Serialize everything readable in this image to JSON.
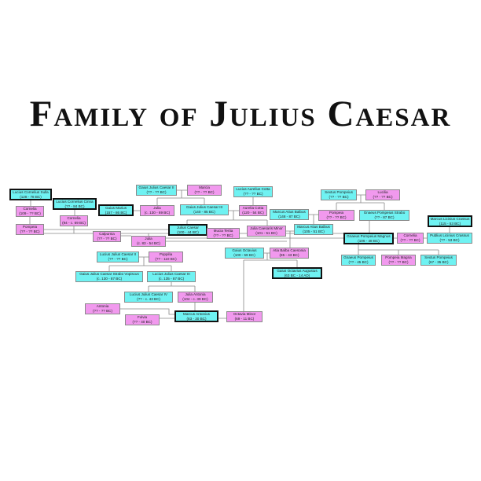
{
  "title": "Family of Julius Caesar",
  "colors": {
    "male": "#6ff2f2",
    "female": "#f199ee",
    "line": "#888888",
    "highlight_border": "#111111"
  },
  "people": [
    {
      "name": "Lucius Cornelius Sulla",
      "dates": "(128 - 78 BC)",
      "sex": "m",
      "highlight": true
    },
    {
      "name": "Cornelia",
      "dates": "(109 - ?? BC)",
      "sex": "f",
      "highlight": false
    },
    {
      "name": "Pompeia",
      "dates": "(?? - ?? BC)",
      "sex": "f",
      "highlight": false
    },
    {
      "name": "Lucius Cornelius Cinna",
      "dates": "(?? - 84 BC)",
      "sex": "m",
      "highlight": true
    },
    {
      "name": "Cornelia",
      "dates": "(94 - c. 69 BC)",
      "sex": "f",
      "highlight": false
    },
    {
      "name": "Gaius Marius",
      "dates": "(157 - 86 BC)",
      "sex": "m",
      "highlight": true
    },
    {
      "name": "Gaius Julius Caesar II",
      "dates": "(?? - ?? BC)",
      "sex": "m",
      "highlight": false
    },
    {
      "name": "Marcia",
      "dates": "(?? - ?? BC)",
      "sex": "f",
      "highlight": false
    },
    {
      "name": "Julia",
      "dates": "(c. 130 - 69 BC)",
      "sex": "f",
      "highlight": false
    },
    {
      "name": "Gaius Julius Caesar III",
      "dates": "(140 - 85 BC)",
      "sex": "m",
      "highlight": false
    },
    {
      "name": "Lucius Aurelius Cotta",
      "dates": "(?? - ?? BC)",
      "sex": "m",
      "highlight": false
    },
    {
      "name": "Aurelia Cotta",
      "dates": "(120 - 54 BC)",
      "sex": "f",
      "highlight": false
    },
    {
      "name": "Calpurnia",
      "dates": "(?? - ?? BC)",
      "sex": "f",
      "highlight": false
    },
    {
      "name": "Julia",
      "dates": "(c. 83 - 54 BC)",
      "sex": "f",
      "highlight": false
    },
    {
      "name": "Julius Caesar",
      "dates": "(100 - 44 BC)",
      "sex": "m",
      "highlight": true
    },
    {
      "name": "Mucia Tertia",
      "dates": "(?? - ?? BC)",
      "sex": "f",
      "highlight": false
    },
    {
      "name": "Julia Caesaris Minor",
      "dates": "(101 - 51 BC)",
      "sex": "f",
      "highlight": false
    },
    {
      "name": "Marcus Atius Balbus",
      "dates": "(148 - 87 BC)",
      "sex": "m",
      "highlight": false
    },
    {
      "name": "Marcus Atius Balbus",
      "dates": "(105 - 51 BC)",
      "sex": "m",
      "highlight": false
    },
    {
      "name": "Sextus Pompeius",
      "dates": "(?? - ?? BC)",
      "sex": "m",
      "highlight": false
    },
    {
      "name": "Lucilia",
      "dates": "(?? - ?? BC)",
      "sex": "f",
      "highlight": false
    },
    {
      "name": "Pompeia",
      "dates": "(?? - ?? BC)",
      "sex": "f",
      "highlight": false
    },
    {
      "name": "Gnaeus Pompeius Strabo",
      "dates": "(?? - 87 BC)",
      "sex": "m",
      "highlight": false
    },
    {
      "name": "Marcus Licinius Crassus",
      "dates": "(115 - 53 BC)",
      "sex": "m",
      "highlight": true
    },
    {
      "name": "Gnaeus Pompeius Magnus",
      "dates": "(106 - 48 BC)",
      "sex": "m",
      "highlight": true
    },
    {
      "name": "Cornelia",
      "dates": "(?? - ?? BC)",
      "sex": "f",
      "highlight": false
    },
    {
      "name": "Publius Licinius Crassus",
      "dates": "(?? - 53 BC)",
      "sex": "m",
      "highlight": false
    },
    {
      "name": "Gnaeus Pompeius",
      "dates": "(?? - 45 BC)",
      "sex": "m",
      "highlight": false
    },
    {
      "name": "Pompeia Magna",
      "dates": "(?? - ?? BC)",
      "sex": "f",
      "highlight": false
    },
    {
      "name": "Sextus Pompeius",
      "dates": "(67 - 35 BC)",
      "sex": "m",
      "highlight": false
    },
    {
      "name": "Gaius Octavius",
      "dates": "(100 - 59 BC)",
      "sex": "m",
      "highlight": false
    },
    {
      "name": "Atia Balba Caesonia",
      "dates": "(85 - 43 BC)",
      "sex": "f",
      "highlight": false
    },
    {
      "name": "Gaius Octavius Augustus",
      "dates": "(63 BC - 14 AD)",
      "sex": "m",
      "highlight": true
    },
    {
      "name": "Lucius Julius Caesar II",
      "dates": "(?? - ?? BC)",
      "sex": "m",
      "highlight": false
    },
    {
      "name": "Poppilia",
      "dates": "(?? - 110 BC)",
      "sex": "f",
      "highlight": false
    },
    {
      "name": "Gaius Julius Caesar Strabo Vopiscus",
      "dates": "(c. 130 - 87 BC)",
      "sex": "m",
      "highlight": false
    },
    {
      "name": "Lucius Julius Caesar III",
      "dates": "(c. 135 - 87 BC)",
      "sex": "m",
      "highlight": false
    },
    {
      "name": "Lucius Julius Caesar IV",
      "dates": "(?? - c. 43 BC)",
      "sex": "m",
      "highlight": false
    },
    {
      "name": "Julia Antonia",
      "dates": "(104 - c. 39 BC)",
      "sex": "f",
      "highlight": false
    },
    {
      "name": "Antonia",
      "dates": "(?? - ?? BC)",
      "sex": "f",
      "highlight": false
    },
    {
      "name": "Fulvia",
      "dates": "(?? - 40 BC)",
      "sex": "f",
      "highlight": false
    },
    {
      "name": "Marcus Antonius",
      "dates": "(83 - 30 BC)",
      "sex": "m",
      "highlight": true
    },
    {
      "name": "Octavia Minor",
      "dates": "(69 - 11 BC)",
      "sex": "f",
      "highlight": false
    }
  ]
}
